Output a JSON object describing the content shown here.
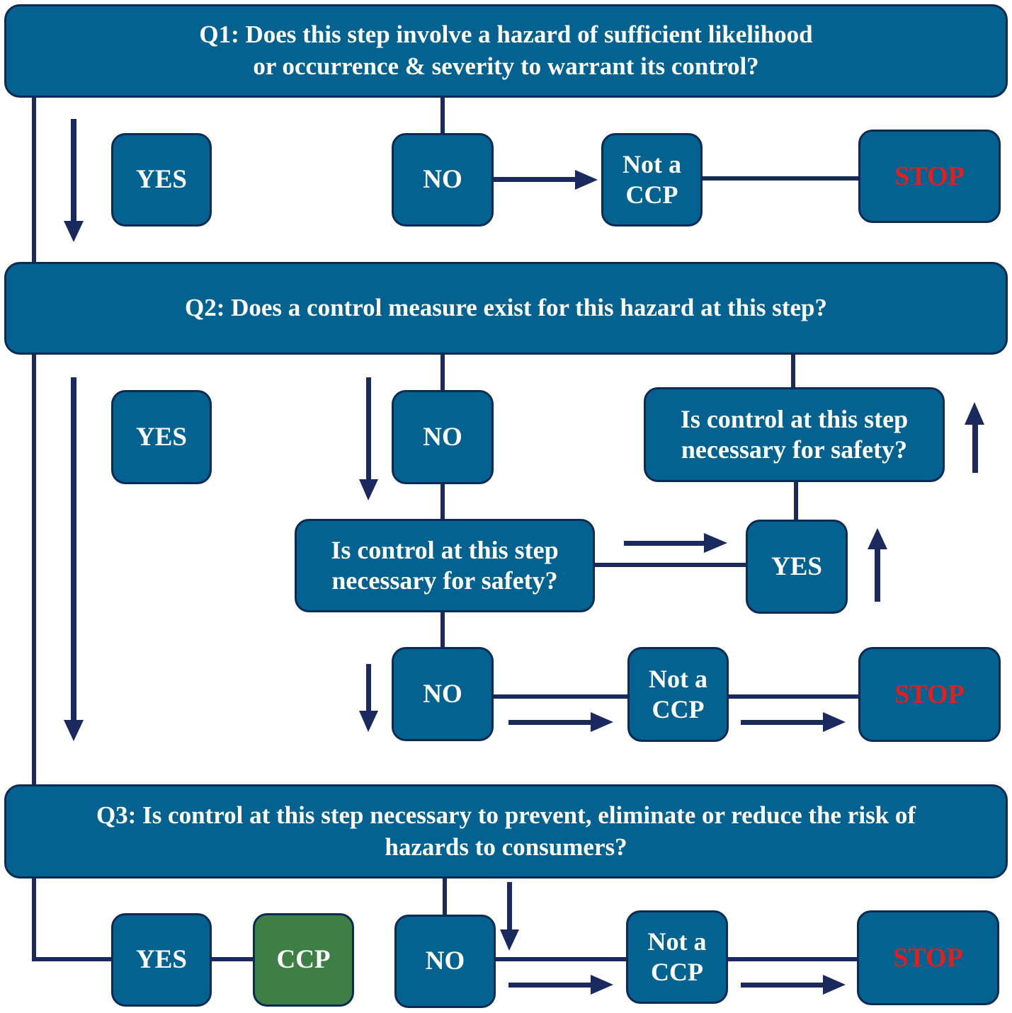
{
  "colors": {
    "box_fill": "#03628f",
    "box_border": "#0b2b55",
    "connector": "#1a2a5e",
    "ccp_fill": "#3e7f45",
    "stop_text": "#e31e1e",
    "label_text": "#ffffff"
  },
  "q1": {
    "question": "Q1: Does this step involve a hazard of sufficient likelihood\nor occurrence & severity to warrant its control?",
    "yes": "YES",
    "no": "NO",
    "not_ccp": "Not a\nCCP",
    "stop": "STOP"
  },
  "q2": {
    "question": "Q2: Does a control measure exist for this hazard at this step?",
    "yes": "YES",
    "no": "NO",
    "control_question": "Is control at this step\nnecessary for safety?",
    "control_yes": "YES",
    "modify_question": "Is control at this step\nnecessary for safety?",
    "control_no": "NO",
    "not_ccp": "Not a\nCCP",
    "stop": "STOP"
  },
  "q3": {
    "question": "Q3: Is control at this step necessary to prevent, eliminate or reduce the risk of\nhazards to consumers?",
    "yes": "YES",
    "ccp": "CCP",
    "no": "NO",
    "not_ccp": "Not a\nCCP",
    "stop": "STOP"
  }
}
